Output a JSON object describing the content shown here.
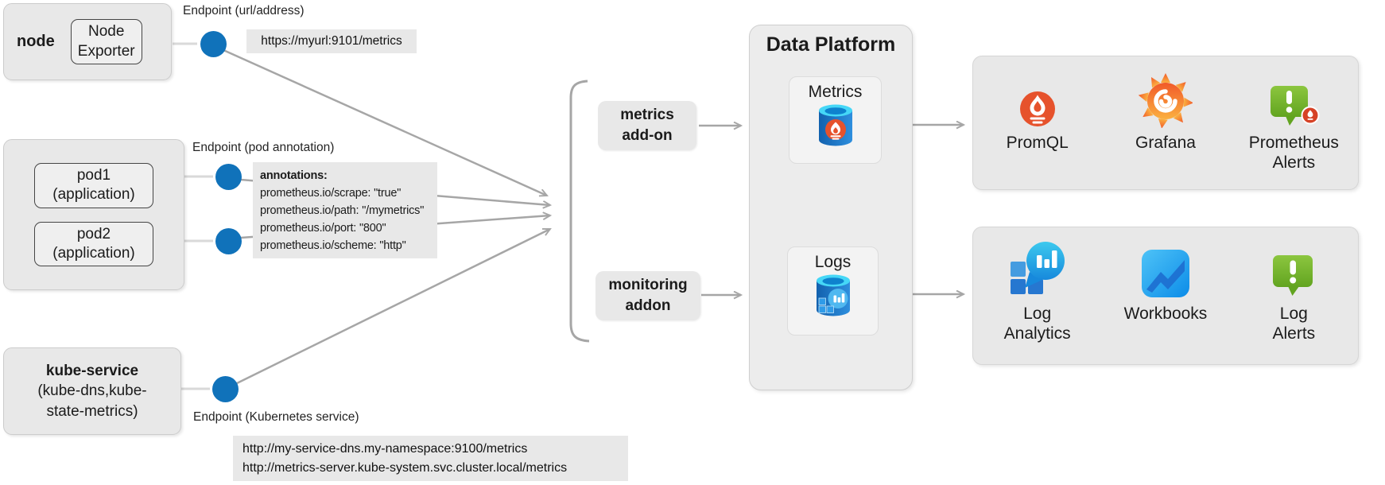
{
  "diagram": {
    "node_group": {
      "title": "node",
      "exporter_label": "Node\nExporter",
      "endpoint_label": "Endpoint (url/address)",
      "endpoint_url": "https://myurl:9101/metrics"
    },
    "pods_group": {
      "pod1_label": "pod1\n(application)",
      "pod2_label": "pod2\n(application)",
      "endpoint_label": "Endpoint (pod annotation)",
      "annotations_title": "annotations:",
      "annotations": [
        "prometheus.io/scrape: \"true\"",
        "prometheus.io/path: \"/mymetrics\"",
        "prometheus.io/port: \"800\"",
        "prometheus.io/scheme: \"http\""
      ]
    },
    "kube_group": {
      "title": "kube-service",
      "subtitle": "(kube-dns,kube-\nstate-metrics)",
      "endpoint_label": "Endpoint (Kubernetes service)",
      "urls": [
        "http://my-service-dns.my-namespace:9100/metrics",
        "http://metrics-server.kube-system.svc.cluster.local/metrics"
      ]
    },
    "addons": {
      "metrics_addon": "metrics\nadd-on",
      "monitoring_addon": "monitoring\naddon"
    },
    "platform": {
      "title": "Data Platform",
      "metrics_label": "Metrics",
      "logs_label": "Logs"
    },
    "metrics_destinations": {
      "items": [
        {
          "label": "PromQL",
          "icon": "prometheus-icon"
        },
        {
          "label": "Grafana",
          "icon": "grafana-icon"
        },
        {
          "label": "Prometheus\nAlerts",
          "icon": "prometheus-alerts-icon"
        }
      ]
    },
    "logs_destinations": {
      "items": [
        {
          "label": "Log\nAnalytics",
          "icon": "log-analytics-icon"
        },
        {
          "label": "Workbooks",
          "icon": "workbooks-icon"
        },
        {
          "label": "Log\nAlerts",
          "icon": "log-alerts-icon"
        }
      ]
    },
    "colors": {
      "endpoint_dot": "#1072BA",
      "connector_gray": "#A6A6A6",
      "stub_gray": "#D9D9D9",
      "box_gray": "#E8E8E8",
      "prometheus_red": "#E6522C",
      "grafana_orange": "#F15A29",
      "alert_green": "#76B82A",
      "azure_blue": "#1E8BD8"
    }
  }
}
